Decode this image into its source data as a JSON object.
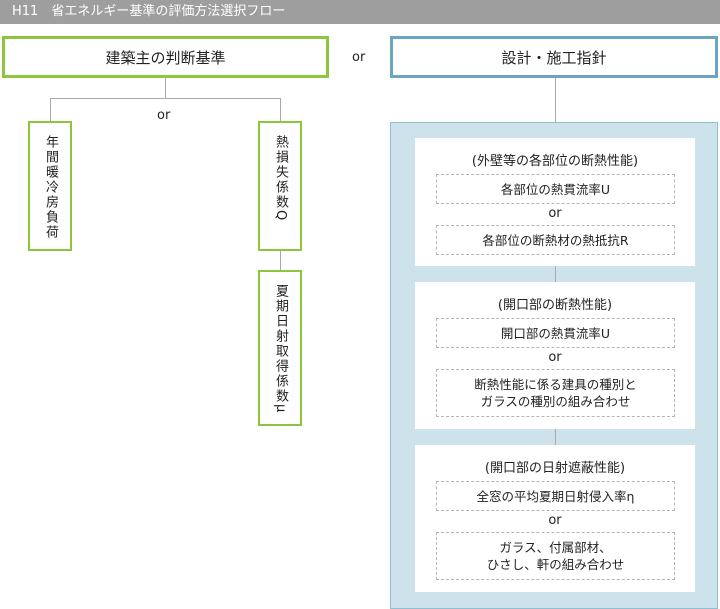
{
  "title": "H11　省エネルギー基準の評価方法選択フロー",
  "left_header": "建築主の判断基準",
  "right_header": "設計・施工指針",
  "or": "or",
  "left_items": {
    "annual_load": "年間暖冷房負荷",
    "heat_loss": "熱損失係数Q",
    "solar_gain": "夏期日射取得係数μ"
  },
  "cards": [
    {
      "title": "(外壁等の各部位の断熱性能)",
      "option1": "各部位の熱貫流率U",
      "option2": "各部位の断熱材の熱抵抗R"
    },
    {
      "title": "(開口部の断熱性能)",
      "option1": "開口部の熱貫流率U",
      "option2_line1": "断熱性能に係る建具の種別と",
      "option2_line2": "ガラスの種別の組み合わせ"
    },
    {
      "title": "(開口部の日射遮蔽性能)",
      "option1": "全窓の平均夏期日射侵入率η",
      "option2_line1": "ガラス、付属部材、",
      "option2_line2": "ひさし、軒の組み合わせ"
    }
  ],
  "colors": {
    "green": "#8cc63f",
    "blue": "#6aa6bf",
    "panel": "#cde2ea",
    "title_bar": "#9e9e9e"
  }
}
